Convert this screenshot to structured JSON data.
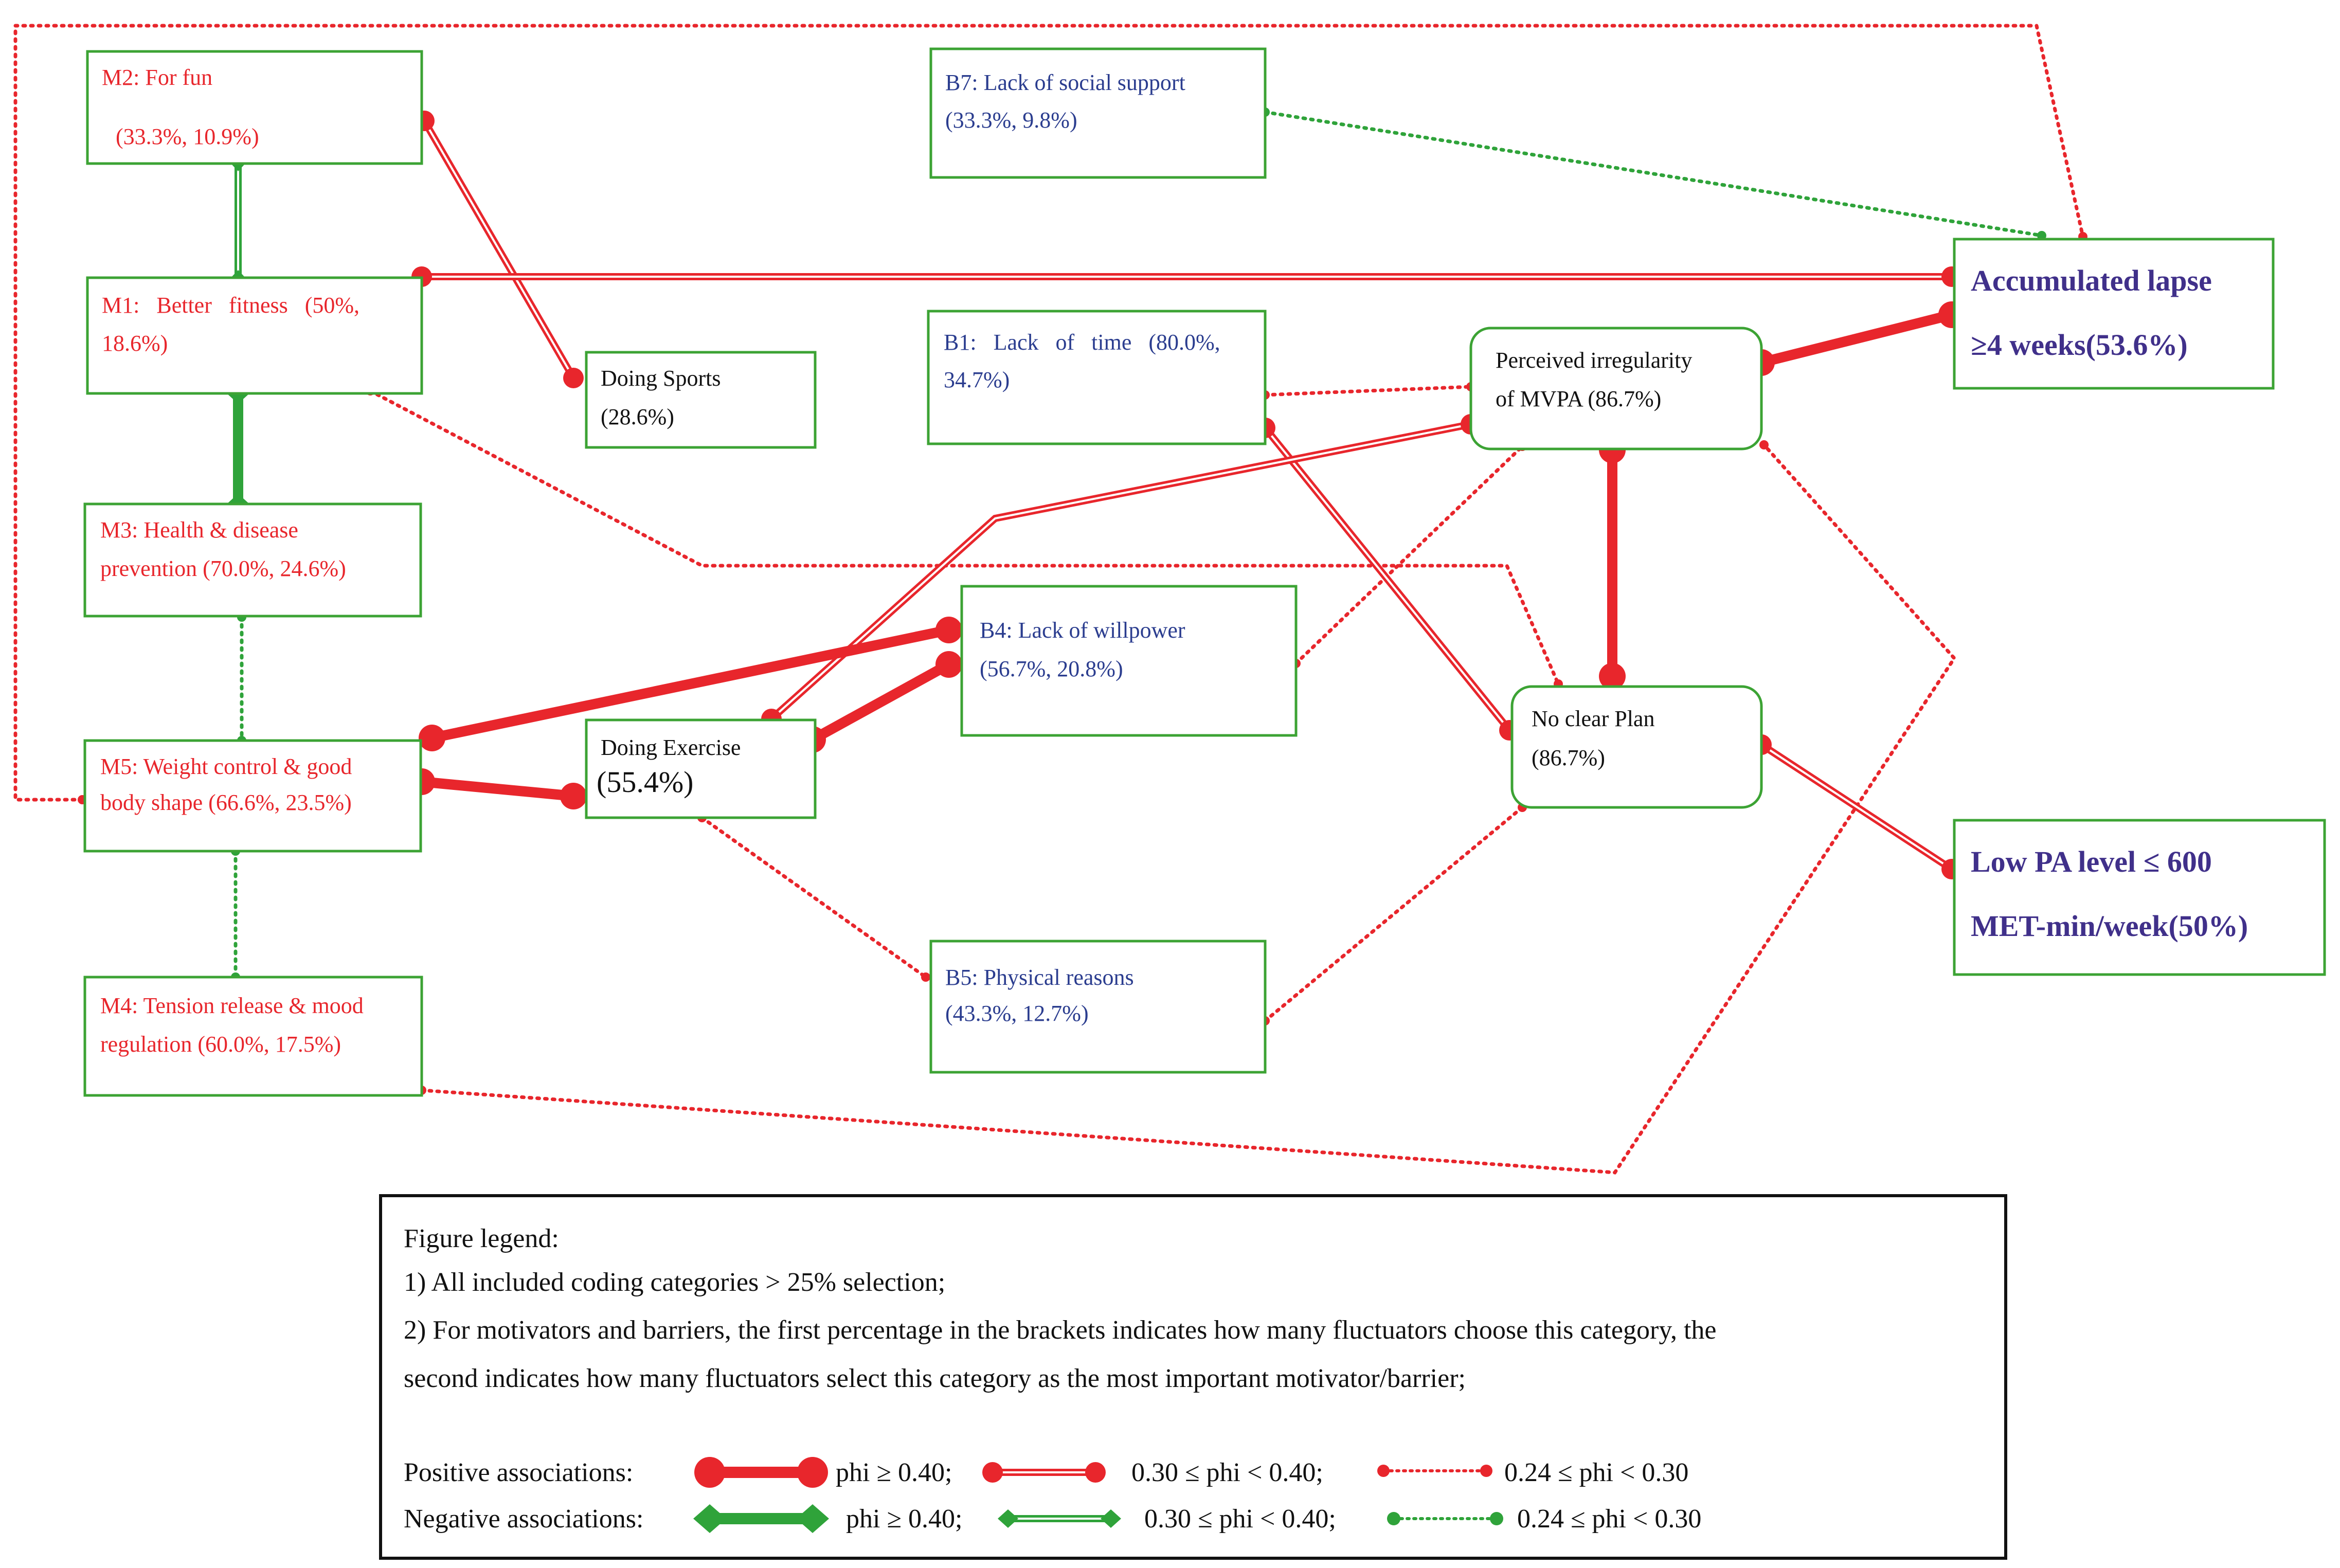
{
  "colors": {
    "positive": "#e8262c",
    "negative": "#2fa33a",
    "box_border": "#3ca334",
    "motivator_text": "#e8262c",
    "barrier_text": "#2b3d8f",
    "outcome_text": "#40308a"
  },
  "nodes": {
    "m2": {
      "line1": "M2: For fun",
      "line2": "(33.3%, 10.9%)"
    },
    "m1": {
      "line1": "M1:   Better   fitness   (50%,",
      "line2": "18.6%)"
    },
    "m3": {
      "line1": "M3: Health & disease",
      "line2": "prevention (70.0%, 24.6%)"
    },
    "m5": {
      "line1": "M5: Weight control & good",
      "line2": "body shape (66.6%, 23.5%)"
    },
    "m4": {
      "line1": "M4: Tension release & mood",
      "line2": "regulation (60.0%, 17.5%)"
    },
    "sports": {
      "line1": "Doing Sports",
      "line2": "(28.6%)"
    },
    "exercise": {
      "line1": "Doing Exercise",
      "line2": "(55.4%)"
    },
    "b7": {
      "line1": "B7: Lack of social support",
      "line2": "(33.3%, 9.8%)"
    },
    "b1": {
      "line1": "B1:   Lack   of   time   (80.0%,",
      "line2": "34.7%)"
    },
    "b4": {
      "line1": "B4: Lack of willpower",
      "line2": "(56.7%, 20.8%)"
    },
    "b5": {
      "line1": "B5: Physical reasons",
      "line2": "(43.3%, 12.7%)"
    },
    "irregular": {
      "line1": "Perceived irregularity",
      "line2": "of MVPA (86.7%)"
    },
    "noplan": {
      "line1": "No clear Plan",
      "line2": "(86.7%)"
    },
    "lapse": {
      "line1": "Accumulated lapse",
      "line2": "≥4 weeks(53.6%)"
    },
    "lowpa": {
      "line1": "Low PA level ≤ 600",
      "line2": "MET-min/week(50%)"
    }
  },
  "legend": {
    "title": "Figure legend:",
    "note1": "1) All included coding categories > 25% selection;",
    "note2a": "2) For motivators and barriers, the first percentage in the brackets indicates how many fluctuators choose this category, the",
    "note2b": "second indicates how many fluctuators select this category as the most important motivator/barrier;",
    "positive_label": "Positive associations:",
    "negative_label": "Negative associations:",
    "strong": "phi ≥ 0.40;",
    "medium": "0.30 ≤ phi < 0.40;",
    "weak": "0.24 ≤ phi < 0.30"
  },
  "associations": [
    {
      "from": "M2",
      "to": "Doing Sports",
      "sign": "positive",
      "strength": "medium"
    },
    {
      "from": "M1",
      "to": "Accumulated lapse",
      "sign": "positive",
      "strength": "medium"
    },
    {
      "from": "M2",
      "to": "M1",
      "sign": "negative",
      "strength": "medium"
    },
    {
      "from": "M1",
      "to": "M3",
      "sign": "negative",
      "strength": "strong"
    },
    {
      "from": "M3",
      "to": "M5",
      "sign": "negative",
      "strength": "weak"
    },
    {
      "from": "M5",
      "to": "M4",
      "sign": "negative",
      "strength": "weak"
    },
    {
      "from": "B7",
      "to": "Accumulated lapse",
      "sign": "negative",
      "strength": "weak"
    },
    {
      "from": "M5",
      "to": "Accumulated lapse",
      "sign": "positive",
      "strength": "weak"
    },
    {
      "from": "M1",
      "to": "No clear Plan",
      "sign": "positive",
      "strength": "weak"
    },
    {
      "from": "B1",
      "to": "Perceived irregularity",
      "sign": "positive",
      "strength": "weak"
    },
    {
      "from": "B1",
      "to": "No clear Plan",
      "sign": "positive",
      "strength": "medium"
    },
    {
      "from": "Perceived irregularity",
      "to": "Accumulated lapse",
      "sign": "positive",
      "strength": "strong"
    },
    {
      "from": "Perceived irregularity",
      "to": "No clear Plan",
      "sign": "positive",
      "strength": "strong"
    },
    {
      "from": "Doing Exercise",
      "to": "Perceived irregularity",
      "sign": "positive",
      "strength": "medium"
    },
    {
      "from": "B4",
      "to": "Perceived irregularity",
      "sign": "positive",
      "strength": "weak"
    },
    {
      "from": "M5",
      "to": "B4",
      "sign": "positive",
      "strength": "strong"
    },
    {
      "from": "M5",
      "to": "Doing Exercise",
      "sign": "positive",
      "strength": "strong"
    },
    {
      "from": "Doing Exercise",
      "to": "B4",
      "sign": "positive",
      "strength": "strong"
    },
    {
      "from": "Doing Exercise",
      "to": "B5",
      "sign": "positive",
      "strength": "weak"
    },
    {
      "from": "B5",
      "to": "No clear Plan",
      "sign": "positive",
      "strength": "weak"
    },
    {
      "from": "No clear Plan",
      "to": "Low PA level",
      "sign": "positive",
      "strength": "medium"
    },
    {
      "from": "M4",
      "to": "Perceived irregularity",
      "sign": "positive",
      "strength": "weak"
    }
  ]
}
